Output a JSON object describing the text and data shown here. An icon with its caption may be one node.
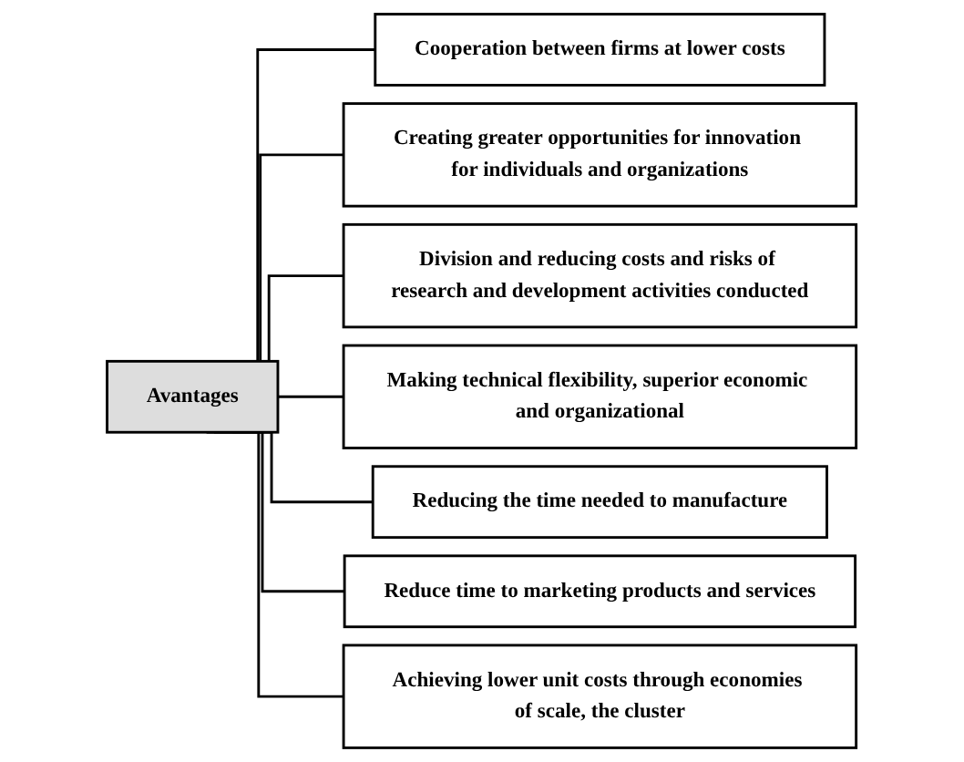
{
  "diagram": {
    "nodes": [
      {
        "text": [
          "Avantages"
        ]
      },
      {
        "text": [
          "Cooperation between firms at lower costs"
        ]
      },
      {
        "text": [
          "Creating greater opportunities for innovation for individuals and organizations"
        ]
      },
      {
        "text": [
          "Division and reducing costs and risks of research and development activities conducted"
        ]
      },
      {
        "text": [
          "Making technical flexibility, superior economic and organizational"
        ]
      },
      {
        "text": [
          "Reducing the time needed to manufacture"
        ]
      },
      {
        "text": [
          "Reduce time to marketing products and services"
        ]
      },
      {
        "text": [
          "Achieving lower unit costs through economies of scale, the cluster"
        ]
      }
    ],
    "edges": [
      {
        "from": 0,
        "to": 1,
        "arrow": "none"
      },
      {
        "from": 0,
        "to": 2,
        "arrow": "none"
      },
      {
        "from": 0,
        "to": 3,
        "arrow": "none"
      },
      {
        "from": 0,
        "to": 4,
        "arrow": "none"
      },
      {
        "from": 0,
        "to": 5,
        "arrow": "none"
      },
      {
        "from": 0,
        "to": 6,
        "arrow": "none"
      },
      {
        "from": 0,
        "to": 7,
        "arrow": "none"
      }
    ]
  }
}
